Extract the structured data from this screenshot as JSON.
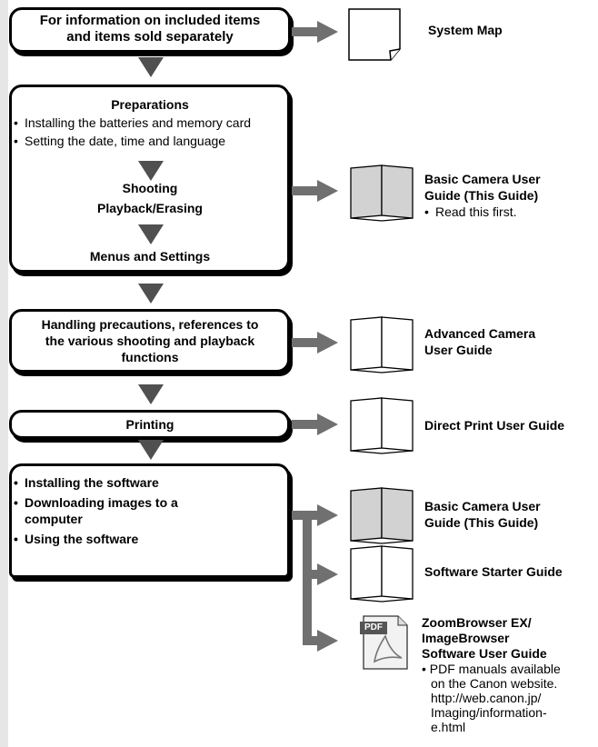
{
  "flow": {
    "box1": {
      "line1": "For information on included items",
      "line2": "and items sold separately"
    },
    "box2": {
      "title": "Preparations",
      "bullets": [
        "Installing the batteries and memory card",
        "Setting the date, time and language"
      ],
      "shooting": "Shooting",
      "playback": "Playback/Erasing",
      "menus": "Menus and Settings"
    },
    "box3": {
      "line1": "Handling precautions, references to",
      "line2": "the various shooting and playback",
      "line3": "functions"
    },
    "box4": {
      "title": "Printing"
    },
    "box5": {
      "bullets": [
        "Installing the software",
        "Downloading images to a",
        "computer",
        "Using the software"
      ]
    }
  },
  "docs": {
    "system_map": "System Map",
    "basic1": {
      "line1": "Basic Camera User",
      "line2": "Guide (This Guide)",
      "note": "Read this first."
    },
    "advanced": {
      "line1": "Advanced Camera",
      "line2": "User Guide"
    },
    "direct_print": "Direct Print User Guide",
    "basic2": {
      "line1": "Basic Camera User",
      "line2": "Guide (This Guide)"
    },
    "software_starter": "Software Starter Guide",
    "zoombrowser": {
      "line1": "ZoomBrowser EX/",
      "line2": "ImageBrowser",
      "line3": "Software User Guide",
      "note_lines": [
        "PDF manuals available",
        "on the Canon website.",
        "http://web.canon.jp/",
        "Imaging/information-",
        "e.html"
      ],
      "pdf_label": "PDF"
    }
  },
  "colors": {
    "arrow": "#707070",
    "triangle": "#505050",
    "book_fill": "#d2d2d2",
    "sidebar": "#e6e6e6"
  }
}
